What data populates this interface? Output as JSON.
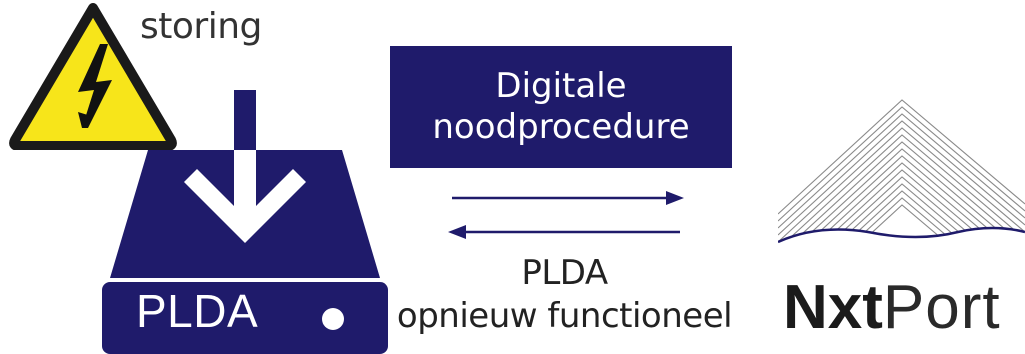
{
  "warning": {
    "label": "storing",
    "icon": "high-voltage-warning-icon"
  },
  "drive": {
    "label": "PLDA",
    "icon": "download-drive-icon"
  },
  "procedure": {
    "line1": "Digitale",
    "line2": "noodprocedure"
  },
  "status": {
    "line1": "PLDA",
    "line2": "opnieuw functioneel"
  },
  "logo": {
    "bold": "Nxt",
    "light": "Port"
  },
  "colors": {
    "navy": "#1f1b6b",
    "warning_yellow": "#f7e51a"
  }
}
